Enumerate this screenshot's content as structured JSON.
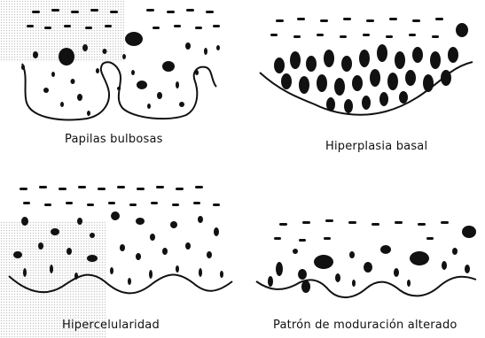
{
  "panels": [
    {
      "caption": "Papilas bulbosas"
    },
    {
      "caption": "Hiperplasia basal"
    },
    {
      "caption": "Hipercelularidad"
    },
    {
      "caption": "Patrón de moduración alterado"
    }
  ],
  "colors": {
    "ink": "#111111",
    "paper": "#ffffff",
    "halftone": "#999999"
  }
}
